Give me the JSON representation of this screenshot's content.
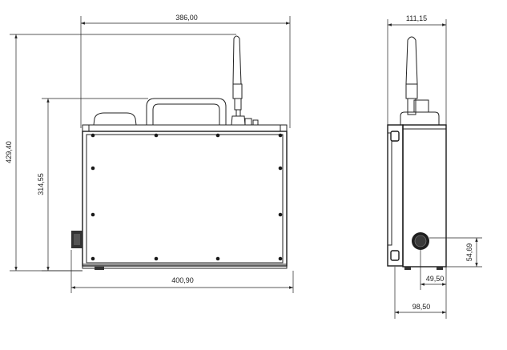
{
  "dimensions": {
    "top_width": "386,00",
    "total_height": "429,40",
    "body_height": "314,55",
    "bottom_width": "400,90",
    "side_width": "111,15",
    "connector_height": "54,69",
    "connector_offset": "49,50",
    "side_depth": "98,50"
  },
  "colors": {
    "line": "#222222",
    "dark_part": "#333333",
    "background": "#ffffff"
  }
}
